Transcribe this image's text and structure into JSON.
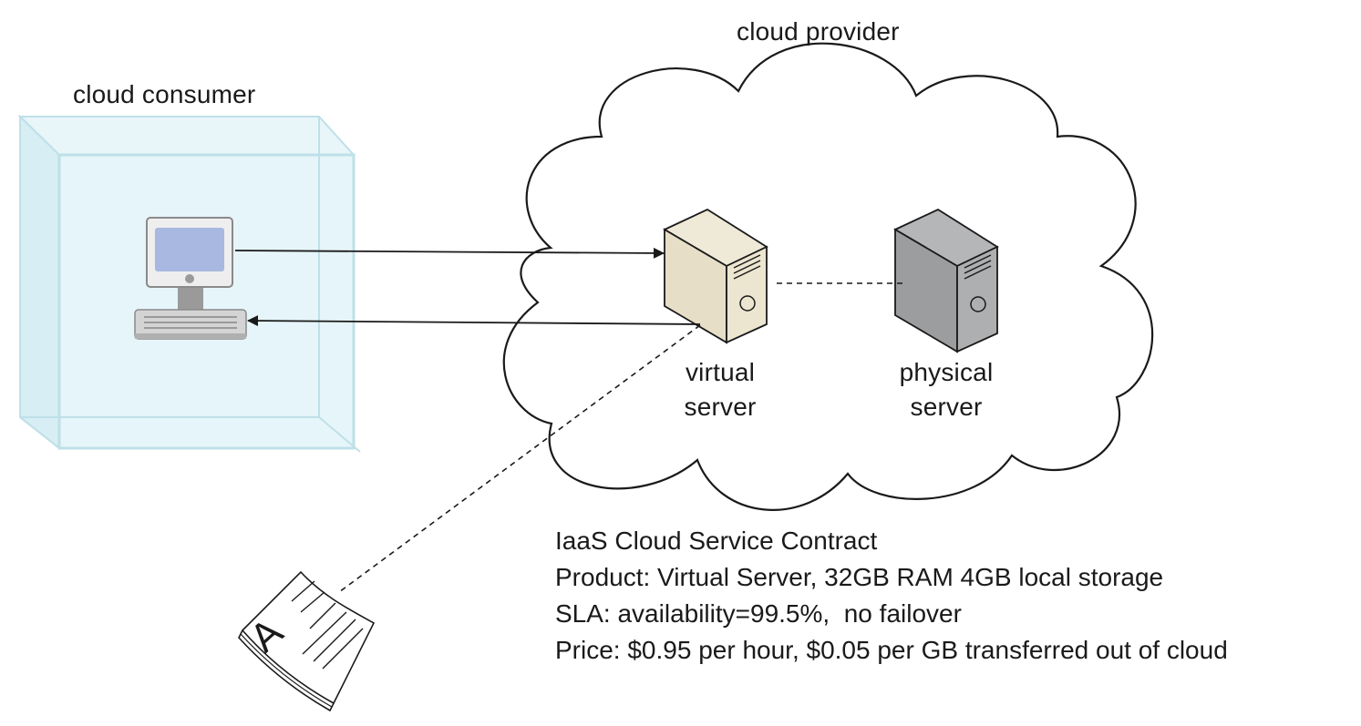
{
  "labels": {
    "cloud_consumer": "cloud consumer",
    "cloud_provider": "cloud provider",
    "virtual_server": [
      "virtual",
      "server"
    ],
    "physical_server": [
      "physical",
      "server"
    ]
  },
  "contract": {
    "title": "IaaS Cloud Service Contract",
    "product": "Product: Virtual Server, 32GB RAM 4GB local storage",
    "sla": "SLA: availability=99.5%,  no failover",
    "price": "Price: $0.95 per hour, $0.05 per GB transferred out of cloud"
  },
  "document_glyph": "A",
  "colors": {
    "consumer_box": "#dff2f7",
    "consumer_box_edge": "#bfe0e8",
    "monitor_screen": "#a9b8e0",
    "virtual_server_fill": "#e6dec6",
    "physical_server_fill": "#9c9d9f",
    "line": "#1a1a1a"
  }
}
